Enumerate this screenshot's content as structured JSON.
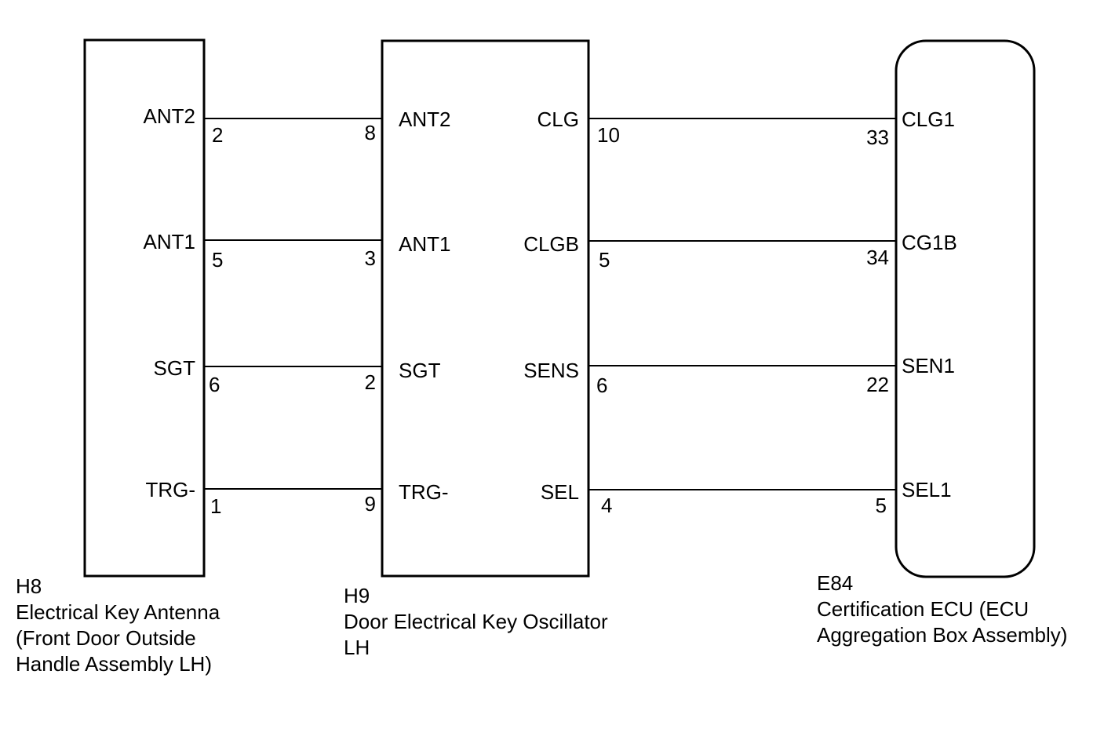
{
  "components": {
    "h8": {
      "code": "H8",
      "name_lines": [
        "Electrical Key Antenna",
        "(Front Door Outside",
        "Handle Assembly LH)"
      ]
    },
    "h9": {
      "code": "H9",
      "name_lines": [
        "Door Electrical Key Oscillator",
        "LH"
      ]
    },
    "e84": {
      "code": "E84",
      "name_lines": [
        "Certification ECU (ECU",
        "Aggregation Box Assembly)"
      ]
    }
  },
  "connections": [
    {
      "h8_signal": "ANT2",
      "h8_pin": "2",
      "h9_pin": "8",
      "h9_signal": "ANT2"
    },
    {
      "h8_signal": "ANT1",
      "h8_pin": "5",
      "h9_pin": "3",
      "h9_signal": "ANT1"
    },
    {
      "h8_signal": "SGT",
      "h8_pin": "6",
      "h9_pin": "2",
      "h9_signal": "SGT"
    },
    {
      "h8_signal": "TRG-",
      "h8_pin": "1",
      "h9_pin": "9",
      "h9_signal": "TRG-"
    },
    {
      "h9_signal": "CLG",
      "h9_pin": "10",
      "e84_pin": "33",
      "e84_signal": "CLG1"
    },
    {
      "h9_signal": "CLGB",
      "h9_pin": "5",
      "e84_pin": "34",
      "e84_signal": "CG1B"
    },
    {
      "h9_signal": "SENS",
      "h9_pin": "6",
      "e84_pin": "22",
      "e84_signal": "SEN1"
    },
    {
      "h9_signal": "SEL",
      "h9_pin": "4",
      "e84_pin": "5",
      "e84_signal": "SEL1"
    }
  ]
}
